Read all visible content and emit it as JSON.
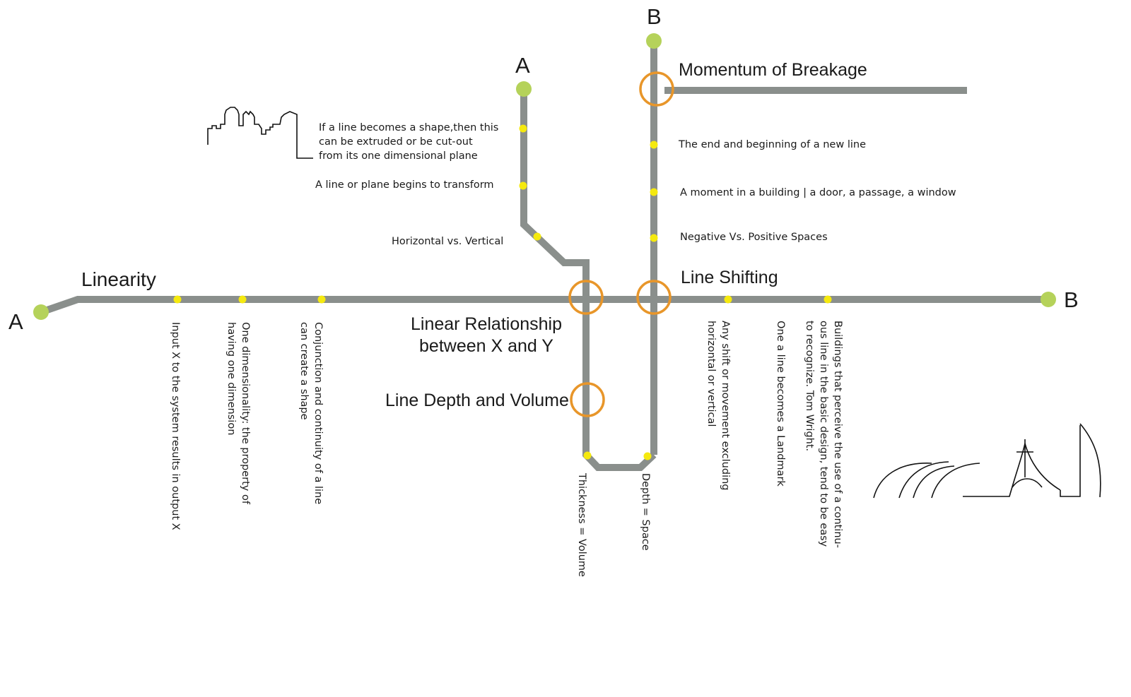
{
  "colors": {
    "line": "#8a8f8c",
    "stop": "#f5e90f",
    "terminal": "#b5d25a",
    "ring": "#e8962a"
  },
  "endpoints": {
    "main_start": "A",
    "main_end": "B",
    "branch_a": "A",
    "branch_b": "B"
  },
  "headings": {
    "linearity": "Linearity",
    "momentum": "Momentum of Breakage",
    "line_shifting": "Line Shifting",
    "linear_relationship_1": "Linear Relationship",
    "linear_relationship_2": "between X and Y",
    "line_depth": "Line Depth and Volume"
  },
  "notes": {
    "extrude_1": "If a line becomes a shape,then this",
    "extrude_2": "can be extruded or be cut-out",
    "extrude_3": "from its one dimensional plane",
    "transform": "A line or plane begins to transform",
    "horizontal_vertical": "Horizontal vs. Vertical",
    "end_beginning": "The end and beginning of a new line",
    "moment": "A moment in a building | a door, a passage, a window",
    "negative_positive": "Negative Vs. Positive Spaces",
    "input_x": "Input X to the system results in output X",
    "one_dim_1": "One dimensionality: the property of",
    "one_dim_2": "having one dimension",
    "conjunction_1": "Conjunction and continuity of a line",
    "conjunction_2": "can create a shape",
    "thickness": "Thickness = Volume",
    "depth": "Depth = Space",
    "shift_1": "Any shift or movement excluding",
    "shift_2": "horizontal or vertical",
    "landmark": "One a line becomes a Landmark",
    "buildings_1": "Buildings that perceive the use of a continu-",
    "buildings_2": "ous line in the basic design, tend to be easy",
    "buildings_3": "to recognize. Tom Wright."
  },
  "icons": {
    "skyline": "city-skyline-sketch-icon",
    "building": "curved-building-sketch-icon"
  }
}
